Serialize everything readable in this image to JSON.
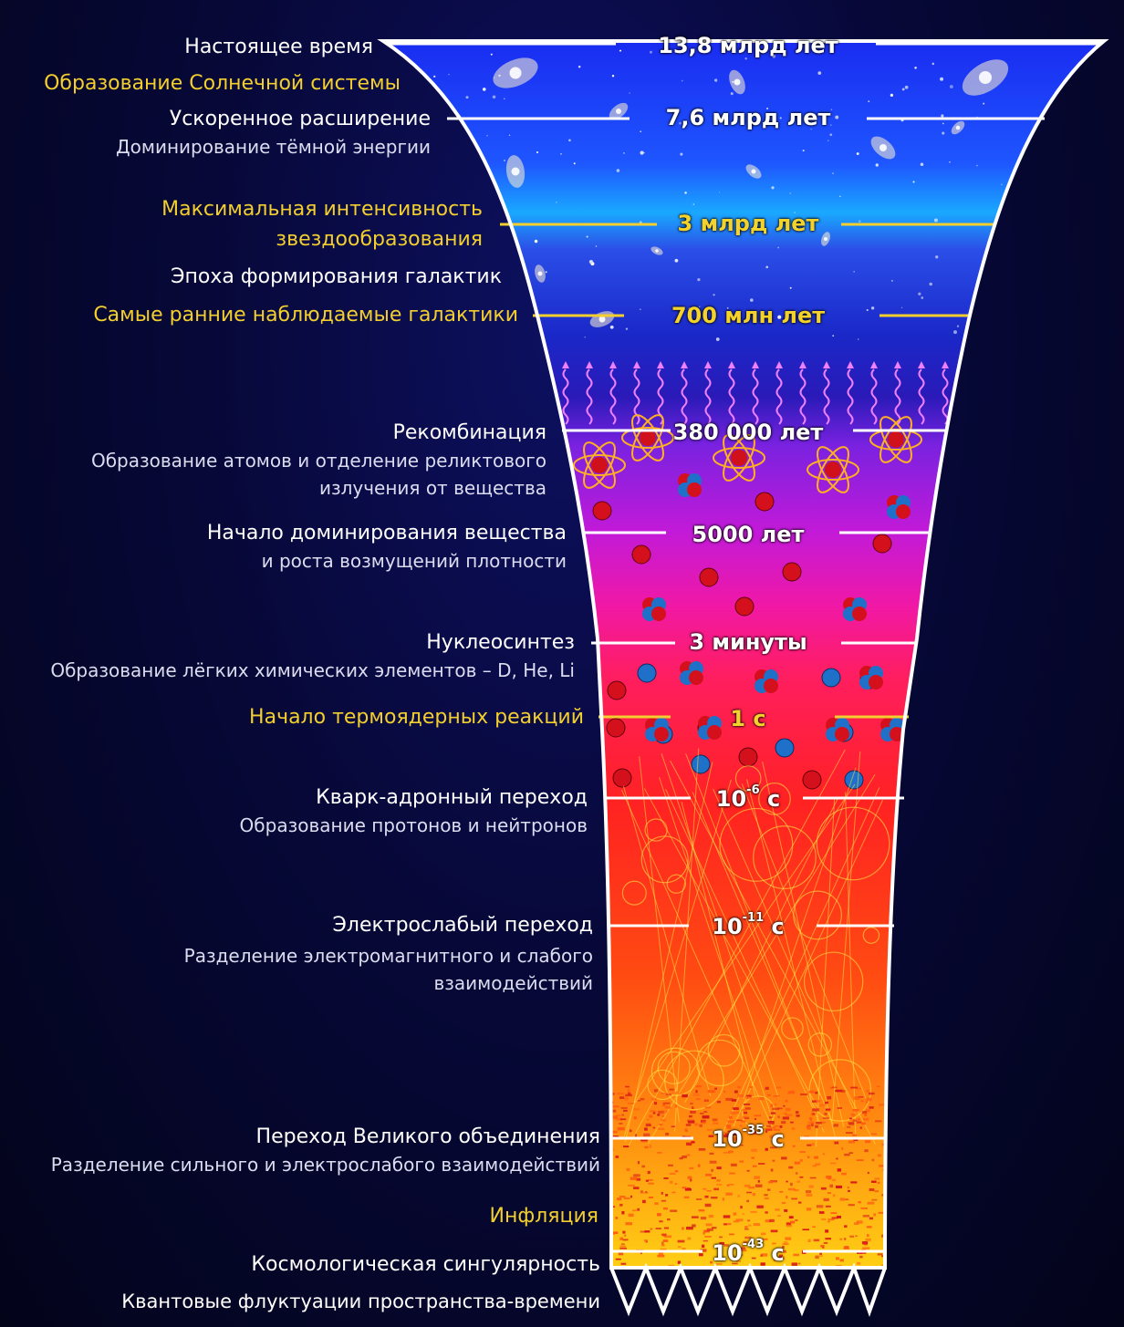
{
  "colors": {
    "white_label": "#ffffff",
    "yellow_label": "#f2cf2e",
    "background": "#070838",
    "funnel_top": "#1e3cff",
    "funnel_bottom": "#ffcc10"
  },
  "events": [
    {
      "title": "Настоящее время",
      "subtitle": "",
      "color": "white"
    },
    {
      "title": "Образование Солнечной системы",
      "subtitle": "",
      "color": "yellow"
    },
    {
      "title": "Ускоренное расширение",
      "subtitle": "Доминирование тёмной энергии",
      "color": "white"
    },
    {
      "title": "Максимальная интенсивность",
      "subtitle": "звездообразования",
      "color": "yellow",
      "title2": true
    },
    {
      "title": "Эпоха формирования галактик",
      "subtitle": "",
      "color": "white"
    },
    {
      "title": "Самые ранние наблюдаемые галактики",
      "subtitle": "",
      "color": "yellow"
    },
    {
      "title": "Рекомбинация",
      "subtitle": "Образование атомов и отделение реликтового",
      "subtitle2": "излучения от вещества",
      "color": "white"
    },
    {
      "title": "Начало доминирования вещества",
      "subtitle": "и роста возмущений плотности",
      "color": "white"
    },
    {
      "title": "Нуклеосинтез",
      "subtitle": "Образование лёгких химических элементов – D, He, Li",
      "color": "white"
    },
    {
      "title": "Начало термоядерных реакций",
      "subtitle": "",
      "color": "yellow"
    },
    {
      "title": "Кварк-адронный переход",
      "subtitle": "Образование протонов и нейтронов",
      "color": "white"
    },
    {
      "title": "Электрослабый переход",
      "subtitle": "Разделение электромагнитного и слабого",
      "subtitle2": "взаимодействий",
      "color": "white"
    },
    {
      "title": "Переход Великого объединения",
      "subtitle": "Разделение сильного и электрослабого взаимодействий",
      "color": "white"
    },
    {
      "title": "Инфляция",
      "subtitle": "",
      "color": "yellow"
    },
    {
      "title": "Космологическая сингулярность",
      "subtitle": "",
      "color": "white"
    },
    {
      "title": "Квантовые флуктуации пространства-времени",
      "subtitle": "",
      "color": "white",
      "small": true
    }
  ],
  "times": [
    {
      "text": "13,8 млрд лет",
      "color": "white"
    },
    {
      "text": "7,6 млрд лет",
      "color": "white"
    },
    {
      "text": "3 млрд лет",
      "color": "yellow"
    },
    {
      "text": "700 млн лет",
      "color": "yellow"
    },
    {
      "text": "380 000 лет",
      "color": "white"
    },
    {
      "text": "5000 лет",
      "color": "white"
    },
    {
      "text": "3 минуты",
      "color": "white"
    },
    {
      "text": "1 с",
      "color": "yellow"
    },
    {
      "base": "10",
      "exp": "-6",
      "unit": "с",
      "color": "white"
    },
    {
      "base": "10",
      "exp": "-11",
      "unit": "с",
      "color": "white"
    },
    {
      "base": "10",
      "exp": "-35",
      "unit": "с",
      "color": "white"
    },
    {
      "base": "10",
      "exp": "-43",
      "unit": "с",
      "color": "white"
    }
  ]
}
